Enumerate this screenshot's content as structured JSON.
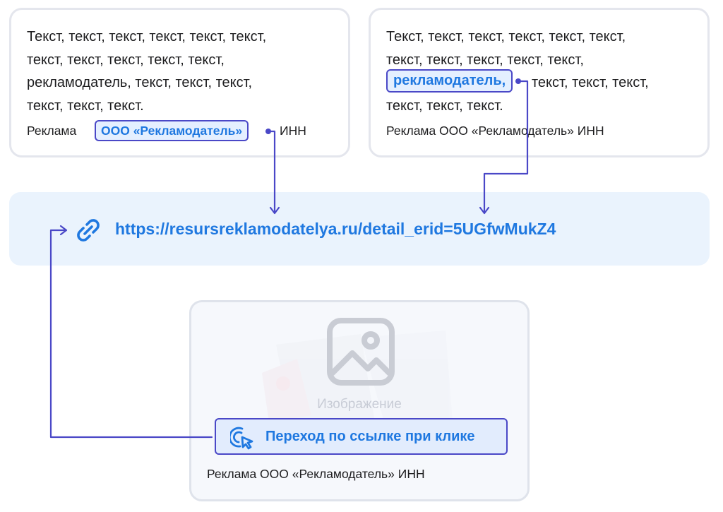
{
  "card_left": {
    "lines": [
      "Текст, текст, текст, текст, текст, текст,",
      "текст, текст, текст, текст, текст,",
      "рекламодатель, текст, текст, текст,",
      "текст, текст, текст."
    ],
    "ad_prefix": "Реклама",
    "ad_chip": "ООО «Рекламодатель»",
    "ad_suffix": "ИНН"
  },
  "card_right": {
    "lines": [
      "Текст, текст, текст, текст, текст, текст,",
      "текст, текст, текст, текст, текст,"
    ],
    "chip": "рекламодатель,",
    "line3_rest": "текст, текст, текст,",
    "line4": "текст, текст, текст.",
    "ad_line": "Реклама ООО «Рекламодатель» ИНН"
  },
  "link": {
    "url": "https://resursreklamodatelya.ru/detail_erid=5UGfwMukZ4",
    "icon": "link-icon"
  },
  "image_card": {
    "placeholder_label": "Изображение",
    "placeholder_icon": "image-icon",
    "click_label": "Переход по ссылке при клике",
    "click_icon": "cursor-click-icon",
    "ad_line": "Реклама ООО «Рекламодатель» ИНН"
  },
  "colors": {
    "accent_blue": "#1f78e0",
    "connector_purple": "#4a48c7",
    "link_bar_bg": "#eaf3fd",
    "chip_bg": "#e4efff"
  }
}
